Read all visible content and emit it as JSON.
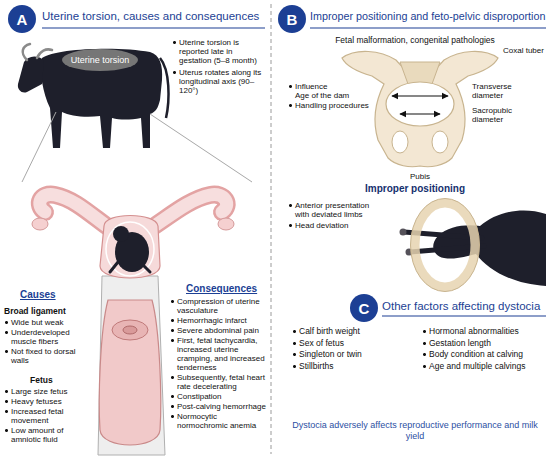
{
  "diagram": {
    "nodes": [
      {
        "text": [
          "A"
        ]
      },
      {
        "text": [
          "Uterine torsion"
        ]
      },
      {
        "text": [
          "B"
        ]
      },
      {
        "text": [
          "C"
        ]
      }
    ],
    "labels": [
      "Uterine torsion, causes and consequences",
      "Uterine torsion is reported late in gestation (5–8 month)",
      "Uterus rotates along its longitudinal axis (90–120°)",
      "Causes",
      "Broad ligament",
      "Wide but weak",
      "Underdeveloped muscle fibers",
      "Not fixed to dorsal walls",
      "Fetus",
      "Large size fetus",
      "Heavy fetuses",
      "Increased fetal movement",
      "Low amount of amniotic fluid",
      "Consequences",
      "Compression of uterine vasculature",
      "Hemorrhagic infarct",
      "Severe abdominal pain",
      "First, fetal tachycardia, increased uterine cramping, and increased tenderness",
      "Subsequently, fetal heart rate decelerating",
      "Constipation",
      "Post-calving hemorrhage",
      "Normocytic normochromic anemia",
      "Improper positioning and feto-pelvic disproportion",
      "Fetal malformation, congenital pathologies",
      "Coxal tuber",
      "Influence",
      "Age of the dam",
      "Handling procedures",
      "Transverse diameter",
      "Sacropubic diameter",
      "Pubis",
      "Improper positioning",
      "Anterior presentation with deviated limbs",
      "Head deviation",
      "Other factors affecting dystocia",
      "Calf birth weight",
      "Sex of fetus",
      "Singleton or twin",
      "Stillbirths",
      "Hormonal abnormalities",
      "Gestation length",
      "Body condition at calving",
      "Age and multiple calvings",
      "Dystocia adversely affects reproductive performance and milk yield"
    ]
  }
}
